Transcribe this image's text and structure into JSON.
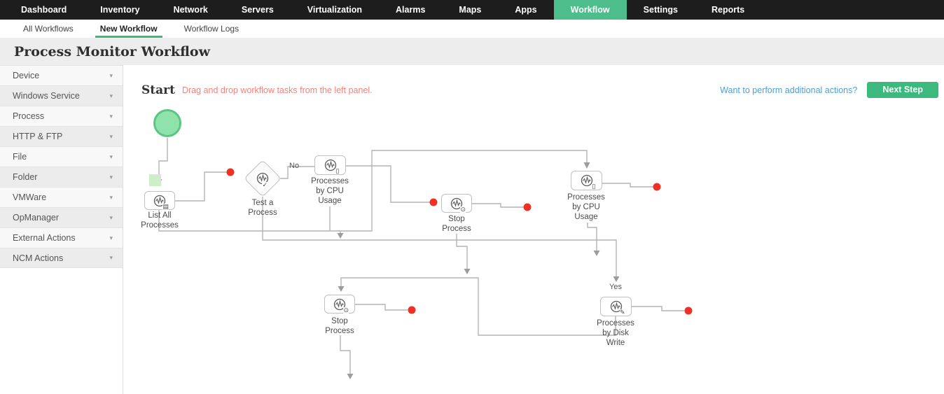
{
  "nav": {
    "items": [
      {
        "label": "Dashboard",
        "active": false
      },
      {
        "label": "Inventory",
        "active": false
      },
      {
        "label": "Network",
        "active": false
      },
      {
        "label": "Servers",
        "active": false
      },
      {
        "label": "Virtualization",
        "active": false
      },
      {
        "label": "Alarms",
        "active": false
      },
      {
        "label": "Maps",
        "active": false
      },
      {
        "label": "Apps",
        "active": false
      },
      {
        "label": "Workflow",
        "active": true
      },
      {
        "label": "Settings",
        "active": false
      },
      {
        "label": "Reports",
        "active": false
      }
    ]
  },
  "subnav": {
    "items": [
      {
        "label": "All Workflows",
        "active": false
      },
      {
        "label": "New Workflow",
        "active": true
      },
      {
        "label": "Workflow Logs",
        "active": false
      }
    ]
  },
  "page": {
    "title": "Process Monitor Workflow"
  },
  "sidebar": {
    "items": [
      {
        "label": "Device"
      },
      {
        "label": "Windows Service"
      },
      {
        "label": "Process"
      },
      {
        "label": "HTTP & FTP"
      },
      {
        "label": "File"
      },
      {
        "label": "Folder"
      },
      {
        "label": "VMWare"
      },
      {
        "label": "OpManager"
      },
      {
        "label": "External Actions"
      },
      {
        "label": "NCM Actions"
      }
    ],
    "caret": "▾"
  },
  "canvas": {
    "start_label": "Start",
    "hint": "Drag and drop workflow tasks from the left panel.",
    "link": "Want to perform additional actions?",
    "next_step": "Next Step",
    "edge_labels": {
      "no": "No",
      "yes": "Yes"
    },
    "nodes": [
      {
        "id": "list-all-processes",
        "label": "List All\nProcesses"
      },
      {
        "id": "test-a-process",
        "label": "Test a\nProcess"
      },
      {
        "id": "processes-by-cpu-usage-1",
        "label": "Processes\nby CPU\nUsage"
      },
      {
        "id": "stop-process-1",
        "label": "Stop\nProcess"
      },
      {
        "id": "processes-by-cpu-usage-2",
        "label": "Processes\nby CPU\nUsage"
      },
      {
        "id": "stop-process-2",
        "label": "Stop\nProcess"
      },
      {
        "id": "processes-by-disk-write",
        "label": "Processes\nby Disk\nWrite"
      }
    ]
  },
  "icons": {
    "caret": "▾",
    "list_badge": "▤",
    "check_badge": "✓",
    "device_badge": "▯",
    "stop_badge": "⊙",
    "pencil_badge": "✎"
  },
  "colors": {
    "nav_bg": "#1d1d1d",
    "accent_green": "#3cba7e",
    "active_tab_green": "#4dbd8c",
    "hint_salmon": "#f2837b",
    "link_blue": "#4da0d6",
    "connector_gray": "#b4b4b4",
    "endpoint_red": "#ee3124",
    "start_circle_fill": "#90e2ab",
    "start_circle_border": "#5bc584"
  }
}
